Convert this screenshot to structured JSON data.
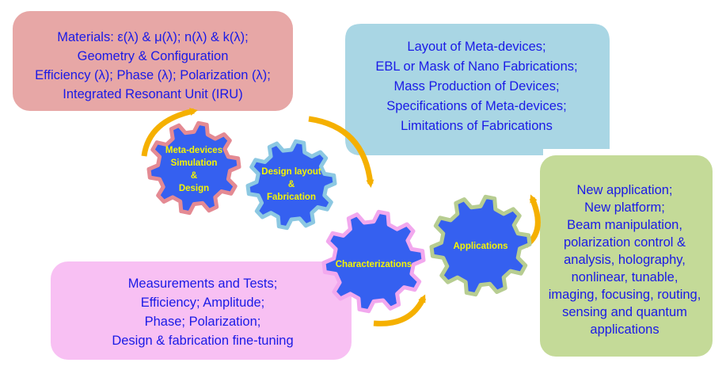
{
  "materials_box": {
    "lines": [
      "Materials: ε(λ) & μ(λ); n(λ) & k(λ);",
      "Geometry & Configuration",
      "Efficiency (λ); Phase (λ); Polarization (λ);",
      "Integrated Resonant Unit (IRU)"
    ],
    "fill": "#e7a7a6"
  },
  "layout_box": {
    "lines": [
      "Layout of Meta-devices;",
      "EBL or Mask of Nano Fabrications;",
      "Mass Production of Devices;",
      "Specifications of Meta-devices;",
      "Limitations of Fabrications"
    ],
    "fill": "#a9d6e4"
  },
  "applications_box": {
    "lines": [
      "New application;",
      "New platform;",
      "Beam manipulation,",
      "polarization control &",
      "analysis, holography,",
      "nonlinear, tunable,",
      "imaging, focusing, routing,",
      "sensing and quantum",
      "applications"
    ],
    "fill": "#c4da98"
  },
  "measurements_box": {
    "lines": [
      "Measurements and Tests;",
      "Efficiency; Amplitude;",
      "Phase; Polarization;",
      "Design & fabrication fine-tuning"
    ],
    "fill": "#f8c0f3"
  },
  "gears": [
    {
      "lines": [
        "Meta-devices",
        "Simulation",
        "&",
        "Design"
      ],
      "outline": "#e48a93"
    },
    {
      "lines": [
        "Design layout",
        "&",
        "Fabrication"
      ],
      "outline": "#8cc8e2"
    },
    {
      "lines": [
        "Characterizations"
      ],
      "outline": "#f2a8ee"
    },
    {
      "lines": [
        "Applications"
      ],
      "outline": "#b7cd91"
    }
  ],
  "colors": {
    "gear_fill": "#3560f0",
    "gear_text": "#f5f500",
    "box_text": "#1a1ae6",
    "arrow": "#f5b000"
  }
}
